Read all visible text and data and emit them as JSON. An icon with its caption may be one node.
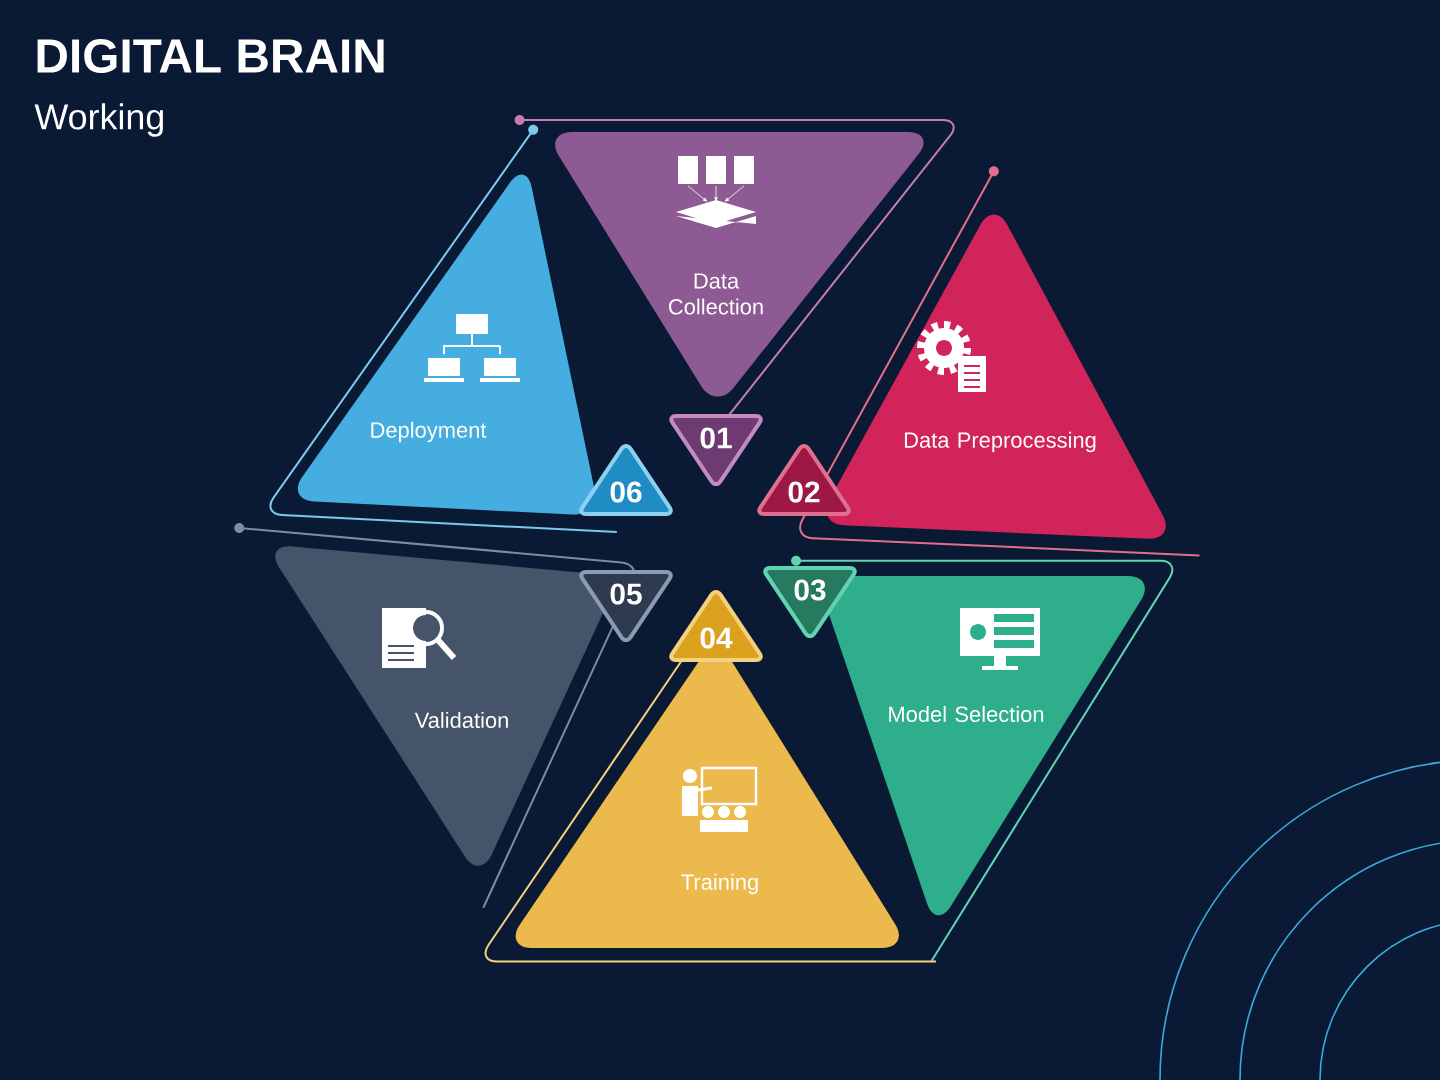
{
  "diagram": {
    "title": "DIGITAL BRAIN",
    "nodes": [
      {
        "text": [
          "Data Collection"
        ]
      },
      {
        "text": [
          "01"
        ]
      },
      {
        "text": [
          "Data Preprocessing"
        ]
      },
      {
        "text": [
          "02"
        ]
      },
      {
        "text": [
          "Model Selection"
        ]
      },
      {
        "text": [
          "03"
        ]
      },
      {
        "text": [
          "Training"
        ]
      },
      {
        "text": [
          "04"
        ]
      },
      {
        "text": [
          "Validation"
        ]
      },
      {
        "text": [
          "05"
        ]
      },
      {
        "text": [
          "Deployment"
        ]
      },
      {
        "text": [
          "06"
        ]
      }
    ],
    "labels": [
      "Working"
    ]
  }
}
